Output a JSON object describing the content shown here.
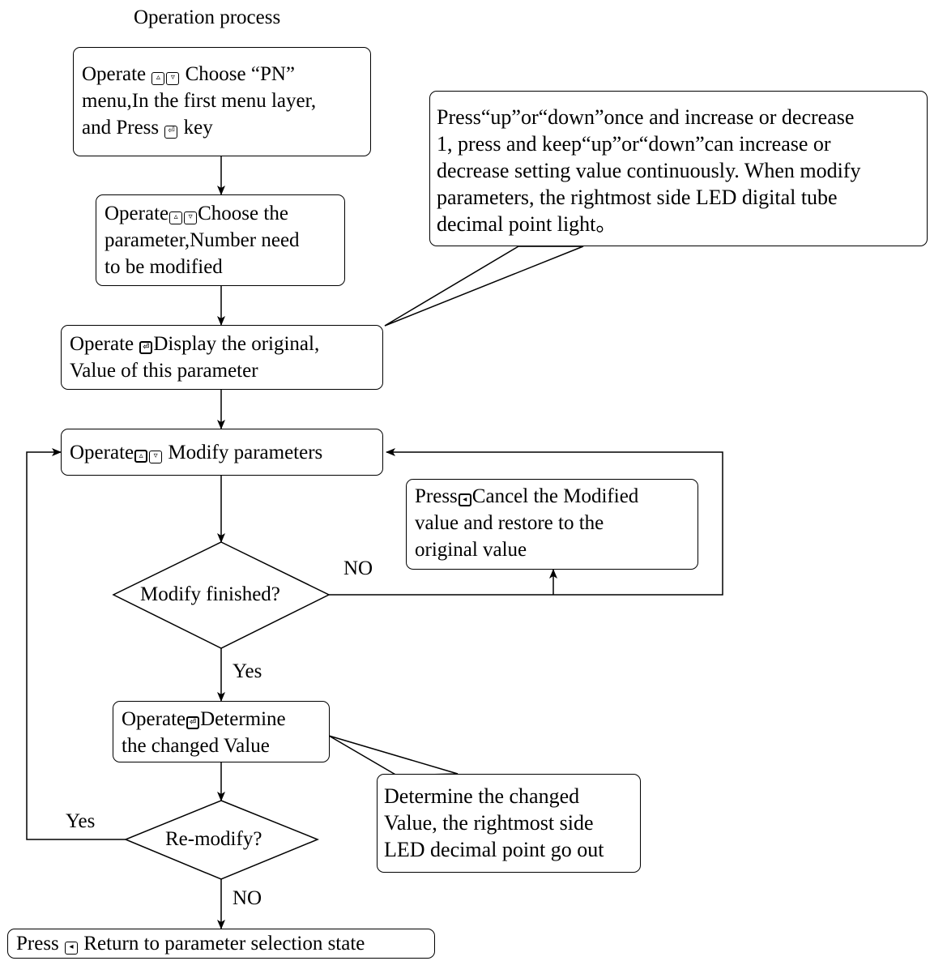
{
  "title": "Operation process",
  "icons": {
    "up": "up-arrow-key-icon",
    "down": "down-arrow-key-icon",
    "enter": "enter-key-icon",
    "left": "left-arrow-key-icon"
  },
  "steps": {
    "choose_menu": {
      "op": "Operate",
      "text1": "Choose “PN”",
      "line2": "menu,In the first menu layer,",
      "pre3": "and Press",
      "post3": "key"
    },
    "choose_param": {
      "op": "Operate",
      "text1": "Choose the",
      "line2": "parameter,Number need",
      "line3": "to be modified"
    },
    "display_original": {
      "op": "Operate",
      "text1": "Display the original,",
      "line2": "Value of this parameter"
    },
    "modify": {
      "op": "Operate",
      "text1": "Modify parameters"
    },
    "cancel": {
      "pre": "Press",
      "text1": "Cancel the Modified",
      "line2": "value and restore to the",
      "line3": "original value"
    },
    "determine": {
      "op": "Operate",
      "text1": "Determine",
      "line2": "the changed Value"
    },
    "return_box": {
      "pre": "Press",
      "text": "Return to parameter selection state"
    }
  },
  "decisions": {
    "modify_finished": "Modify finished?",
    "remodify": "Re-modify?"
  },
  "labels": {
    "no_1": "NO",
    "yes_1": "Yes",
    "yes_2": "Yes",
    "no_2": "NO"
  },
  "notes": {
    "press_note": [
      "Press“up”or“down”once and increase or decrease",
      "1, press and keep“up”or“down”can increase or",
      "decrease setting value continuously. When modify",
      "parameters, the rightmost side LED digital tube",
      "decimal point light。"
    ],
    "determine_note": [
      "Determine the changed",
      "Value, the rightmost side",
      "LED decimal point go out"
    ]
  }
}
